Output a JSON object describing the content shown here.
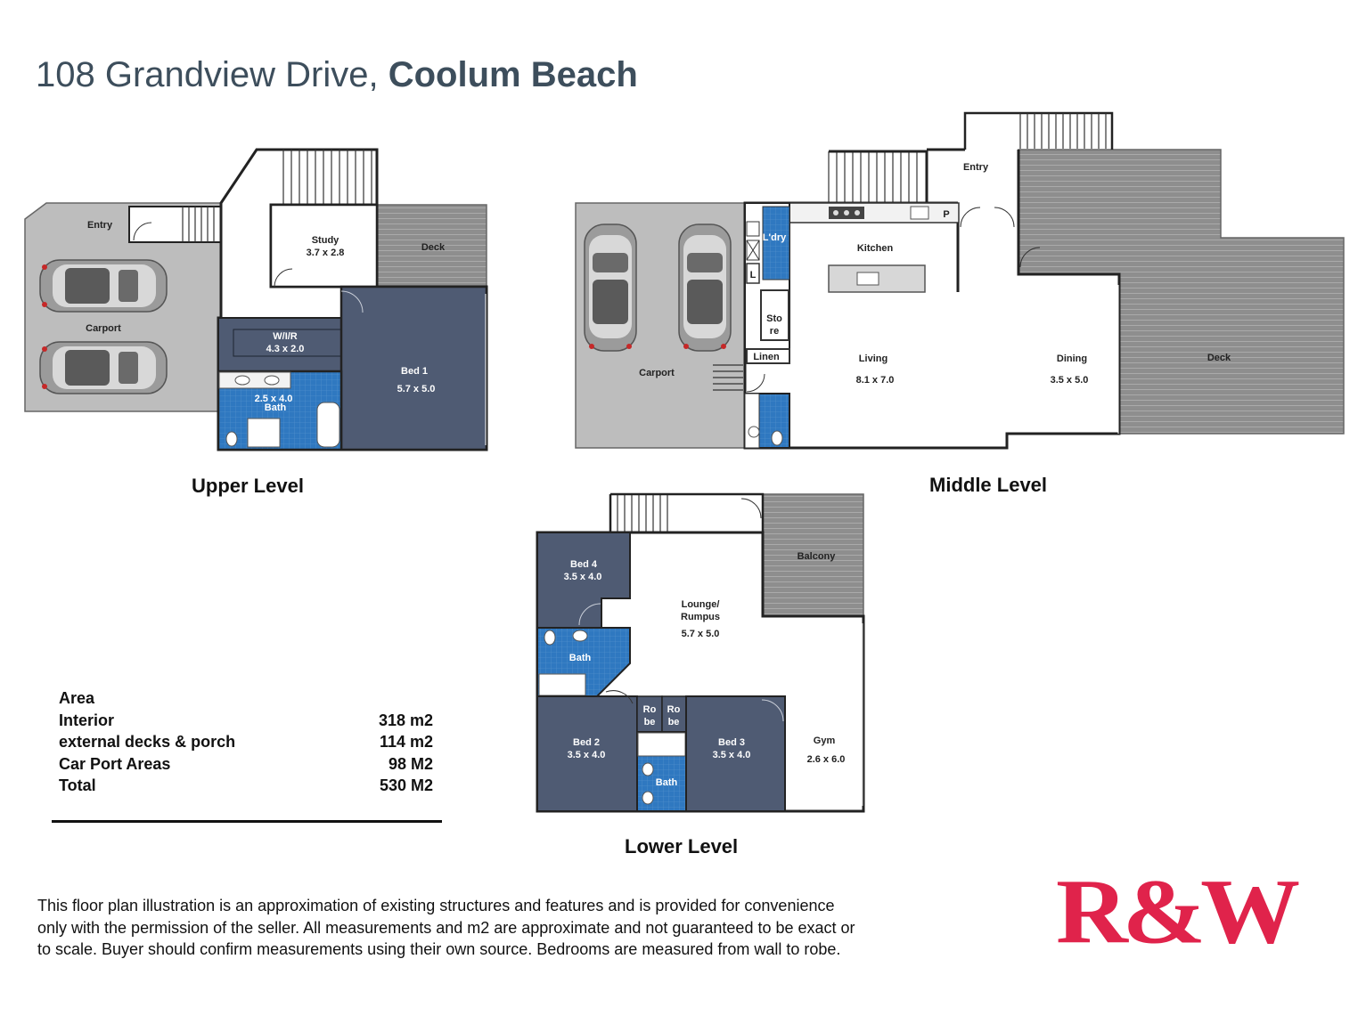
{
  "header": {
    "address": "108 Grandview Drive,",
    "suburb": "Coolum Beach"
  },
  "levels": {
    "upper": {
      "label": "Upper Level",
      "rooms": {
        "entry": "Entry",
        "carport": "Carport",
        "study": "Study",
        "study_size": "3.7 x 2.8",
        "deck": "Deck",
        "wir": "W/I/R",
        "wir_size": "4.3 x 2.0",
        "bath_size": "2.5 x 4.0",
        "bath": "Bath",
        "bed1": "Bed 1",
        "bed1_size": "5.7 x 5.0"
      }
    },
    "middle": {
      "label": "Middle Level",
      "rooms": {
        "entry": "Entry",
        "carport": "Carport",
        "laundry": "L'dry",
        "linen_l": "L",
        "store_1": "Sto",
        "store_2": "re",
        "linen": "Linen",
        "kitchen": "Kitchen",
        "pantry": "P",
        "living": "Living",
        "living_size": "8.1 x 7.0",
        "dining": "Dining",
        "dining_size": "3.5 x 5.0",
        "deck": "Deck"
      }
    },
    "lower": {
      "label": "Lower Level",
      "rooms": {
        "bed4": "Bed 4",
        "bed4_size": "3.5 x 4.0",
        "bath": "Bath",
        "lounge_1": "Lounge/",
        "lounge_2": "Rumpus",
        "lounge_size": "5.7 x 5.0",
        "balcony": "Balcony",
        "robe1_a": "Ro",
        "robe1_b": "be",
        "robe2_a": "Ro",
        "robe2_b": "be",
        "bed2": "Bed 2",
        "bed2_size": "3.5 x 4.0",
        "bed3": "Bed 3",
        "bed3_size": "3.5 x 4.0",
        "bath2": "Bath",
        "gym": "Gym",
        "gym_size": "2.6 x 6.0"
      }
    }
  },
  "area_table": {
    "heading": "Area",
    "rows": [
      {
        "label": "Interior",
        "value": "318 m2"
      },
      {
        "label": "external decks & porch",
        "value": "114 m2"
      },
      {
        "label": "Car Port Areas",
        "value": "98 M2"
      },
      {
        "label": "Total",
        "value": "530 M2"
      }
    ]
  },
  "disclaimer": {
    "line1": "This floor plan illustration is an approximation of existing structures and features and is provided for convenience",
    "line2": "only with the permission of the seller. All measurements and m2 are approximate and not guaranteed to be exact or",
    "line3": "to scale. Buyer should confirm measurements using their own source. Bedrooms are measured from wall to robe."
  },
  "logo": {
    "text": "R&W"
  },
  "colors": {
    "heading": "#3d4e5c",
    "bedroom": "#4f5b73",
    "wet_area": "#2f78c0",
    "deck": "#8c8c8c",
    "carport": "#bdbdbd",
    "brand": "#e0234b"
  }
}
